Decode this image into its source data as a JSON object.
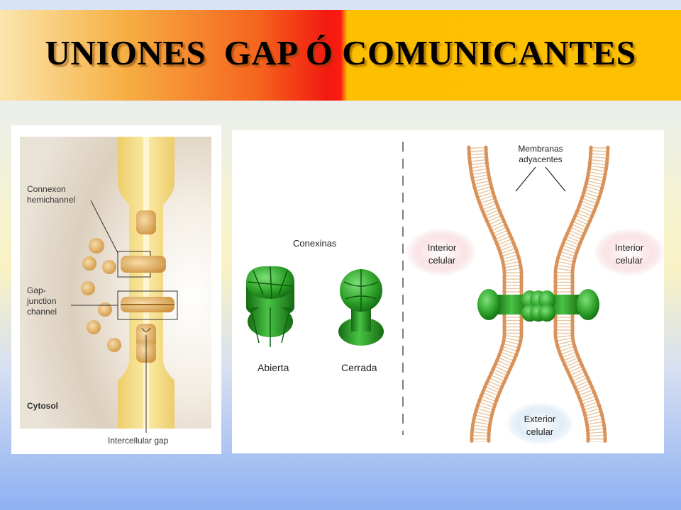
{
  "title": "UNIONES  GAP Ó COMUNICANTES",
  "left_figure": {
    "connexon_label": [
      "Connexon",
      "hemichannel"
    ],
    "gap_junction_label": [
      "Gap-",
      "junction",
      "channel"
    ],
    "cytosol_label": "Cytosol",
    "intercellular_gap_label": "Intercellular gap"
  },
  "right_figure": {
    "conexinas_label": "Conexinas",
    "open_label": "Abierta",
    "closed_label": "Cerrada",
    "membranes_label": [
      "Membranas",
      "adyacentes"
    ],
    "interior_left_label": [
      "Interior",
      "celular"
    ],
    "interior_right_label": [
      "Interior",
      "celular"
    ],
    "exterior_label": [
      "Exterior",
      "celular"
    ]
  },
  "colors": {
    "membrane_yellow": "#f3dc8a",
    "connexon_orange": "#dba45a",
    "connexin_green": "#2fa32a",
    "lipid_head": "#d9925a"
  }
}
